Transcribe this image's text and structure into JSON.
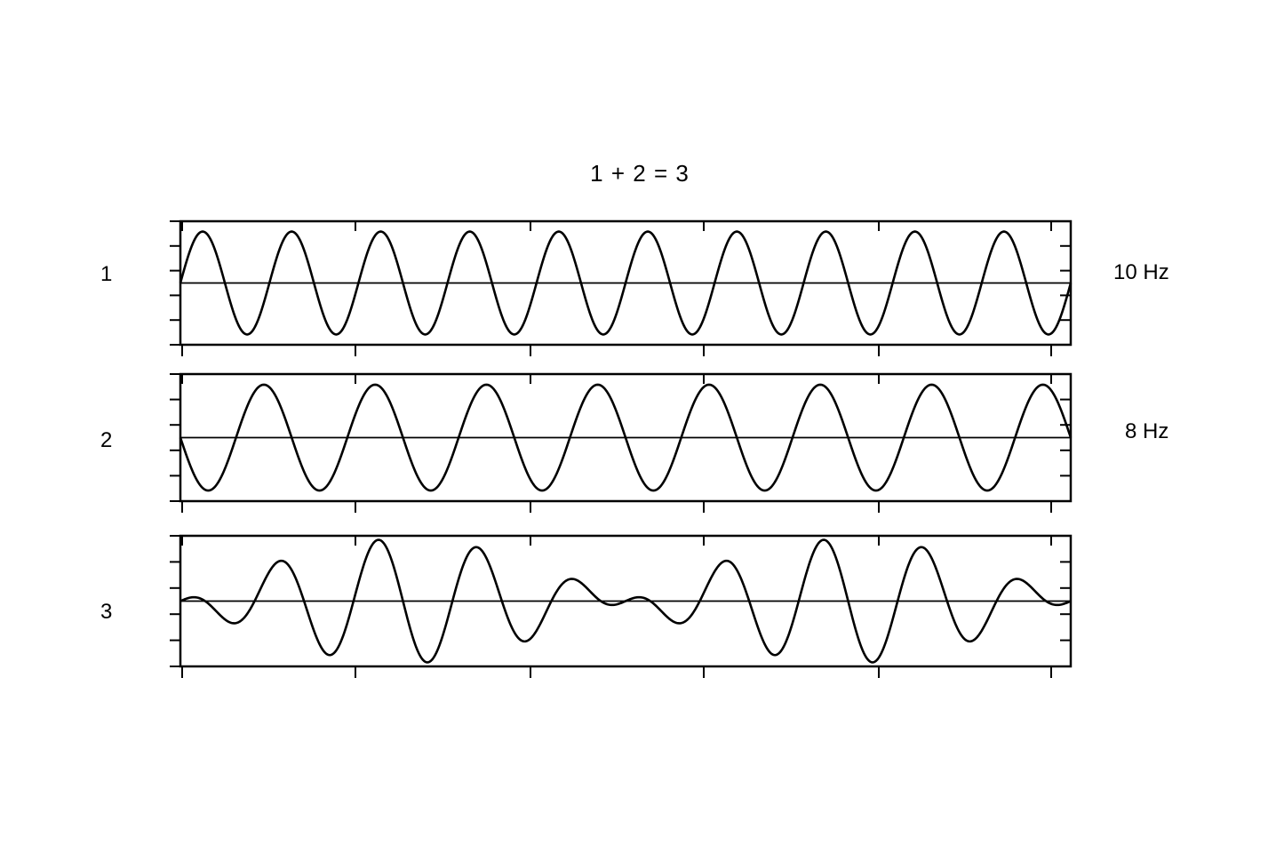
{
  "chart_data": {
    "type": "line",
    "title": "1 + 2 = 3",
    "xlim": [
      0,
      1
    ],
    "panels": [
      {
        "label": "1",
        "frequency_label": "10 Hz",
        "series": [
          {
            "components": [
              {
                "freq": 10,
                "amp": 1,
                "phase": 0
              }
            ]
          }
        ],
        "ylim": [
          -1.2,
          1.2
        ]
      },
      {
        "label": "2",
        "frequency_label": "8 Hz",
        "series": [
          {
            "components": [
              {
                "freq": 8,
                "amp": 1,
                "phase": 3.14159
              }
            ]
          }
        ],
        "ylim": [
          -1.2,
          1.2
        ]
      },
      {
        "label": "3",
        "frequency_label": "",
        "series": [
          {
            "components": [
              {
                "freq": 10,
                "amp": 1,
                "phase": 0
              },
              {
                "freq": 8,
                "amp": 1,
                "phase": 3.14159
              }
            ]
          }
        ],
        "ylim": [
          -2.1,
          2.1
        ]
      }
    ],
    "grid": false,
    "legend": "none"
  }
}
